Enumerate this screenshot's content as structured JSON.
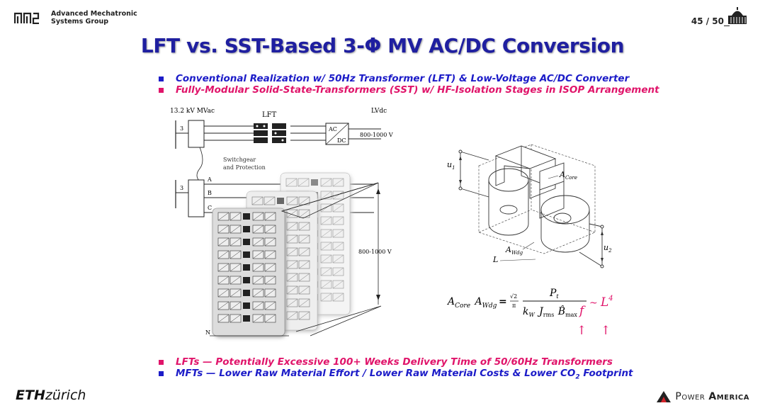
{
  "header": {
    "group_line1": "Advanced Mechatronic",
    "group_line2": "Systems Group",
    "page_number": "45 / 50"
  },
  "title": "LFT vs. SST-Based 3-Φ MV AC/DC Conversion",
  "top_bullets": [
    {
      "text": "Conventional Realization w/ 50Hz Transformer (LFT) & Low-Voltage AC/DC Converter",
      "color": "#1c1cc8"
    },
    {
      "text": "Fully-Modular Solid-State-Transformers (SST) w/ HF-Isolation Stages in ISOP Arrangement",
      "color": "#e0146a"
    }
  ],
  "circuit": {
    "source": "13.2 kV MVac",
    "lft": "LFT",
    "out": "LVdc",
    "voltage_top": "800-1000 V",
    "switchgear_1": "Switchgear",
    "switchgear_2": "and Protection",
    "phase_a": "A",
    "phase_b": "B",
    "phase_c": "C",
    "neutral": "N",
    "voltage_right": "800-1000 V",
    "three": "3",
    "acdc_ac": "AC",
    "acdc_dc": "DC"
  },
  "transformer": {
    "u1": "u",
    "u1_sub": "1",
    "u2": "u",
    "u2_sub": "2",
    "acore": "A",
    "acore_sub": "Core",
    "awdg": "A",
    "awdg_sub": "Wdg",
    "L": "L"
  },
  "formula": {
    "lhs_a1": "A",
    "lhs_s1": "Core",
    "lhs_a2": "A",
    "lhs_s2": "Wdg",
    "eq": "=",
    "root": "√2",
    "pi": "π",
    "num": "P",
    "num_sub": "t",
    "den_k": "k",
    "den_k_sub": "W",
    "den_j": "J",
    "den_j_sub": "rms",
    "den_b": "B̂",
    "den_b_sub": "max",
    "den_f": "f",
    "tilde": "~",
    "rhs": "L",
    "rhs_exp": "4",
    "arrow": "↑"
  },
  "bottom_bullets": [
    {
      "lead": "LFTs",
      "dash": " — ",
      "text": "Potentially Excessive 100+ Weeks Delivery Time of  50/60Hz Transformers",
      "color": "#e0146a"
    },
    {
      "lead": "MFTs",
      "dash": " — ",
      "text": "Lower Raw Material Effort / Lower Raw Material Costs  & Lower CO",
      "sub": "2",
      "tail": " Footprint",
      "color": "#1c1cc8"
    }
  ],
  "footer": {
    "eth_bold": "ETH",
    "eth_rest": "zürich",
    "pa_1": "Power",
    "pa_2": "America"
  },
  "colors": {
    "title": "#1f1fa0",
    "blue": "#1c1cc8",
    "pink": "#e0146a"
  }
}
